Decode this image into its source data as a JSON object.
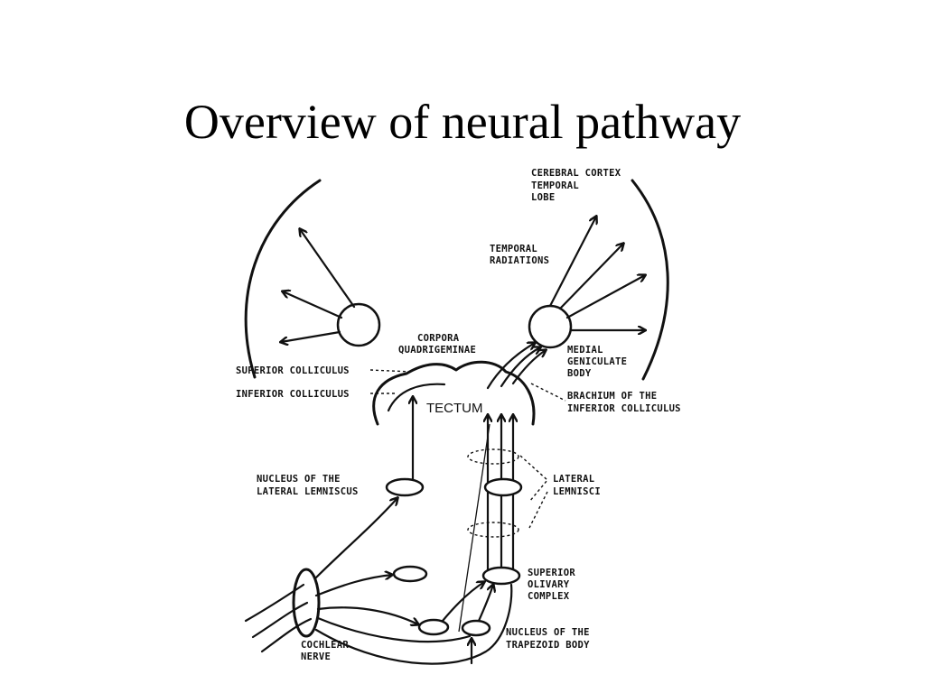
{
  "slide": {
    "title": "Overview of neural pathway"
  },
  "labels": {
    "cerebral_cortex": [
      "CEREBRAL CORTEX",
      "TEMPORAL",
      "LOBE"
    ],
    "temporal_radiations": [
      "TEMPORAL",
      "RADIATIONS"
    ],
    "corpora_quadrigeminae": [
      "CORPORA",
      "QUADRIGEMINAE"
    ],
    "medial_geniculate_body": [
      "MEDIAL",
      "GENICULATE",
      "BODY"
    ],
    "superior_colliculus": "SUPERIOR COLLICULUS",
    "inferior_colliculus": "INFERIOR COLLICULUS",
    "brachium": [
      "BRACHIUM OF THE",
      "INFERIOR COLLICULUS"
    ],
    "tectum": "TECTUM",
    "nucleus_lateral_lemniscus": [
      "NUCLEUS OF THE",
      "LATERAL LEMNISCUS"
    ],
    "lateral_lemnisci": [
      "LATERAL",
      "LEMNISCI"
    ],
    "superior_olivary_complex": [
      "SUPERIOR",
      "OLIVARY",
      "COMPLEX"
    ],
    "nucleus_trapezoid_body": [
      "NUCLEUS OF THE",
      "TRAPEZOID BODY"
    ],
    "cochlear_nerve": [
      "COCHLEAR",
      "NERVE"
    ]
  }
}
